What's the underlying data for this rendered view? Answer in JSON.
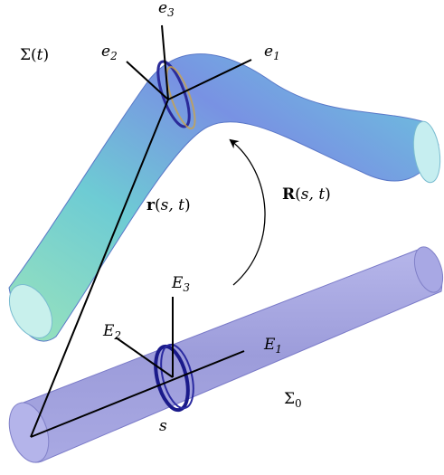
{
  "labels": {
    "e1": "e1",
    "e2": "e2",
    "e3": "e3",
    "E1": "E1",
    "E2": "E2",
    "E3": "E3",
    "sigma_t": "Σ(t)",
    "sigma_0": "Σ0",
    "r_st": "r(s, t)",
    "R_st": "R(s, t)",
    "s": "s"
  },
  "colors": {
    "straight_tube": "#8f8fd6",
    "straight_tube_edge": "#6f6fc0",
    "ring": "#1a1a8a",
    "curved_tube_start": "#6fd6c8",
    "curved_tube_end": "#5a6fd6",
    "stroke": "#000000"
  }
}
